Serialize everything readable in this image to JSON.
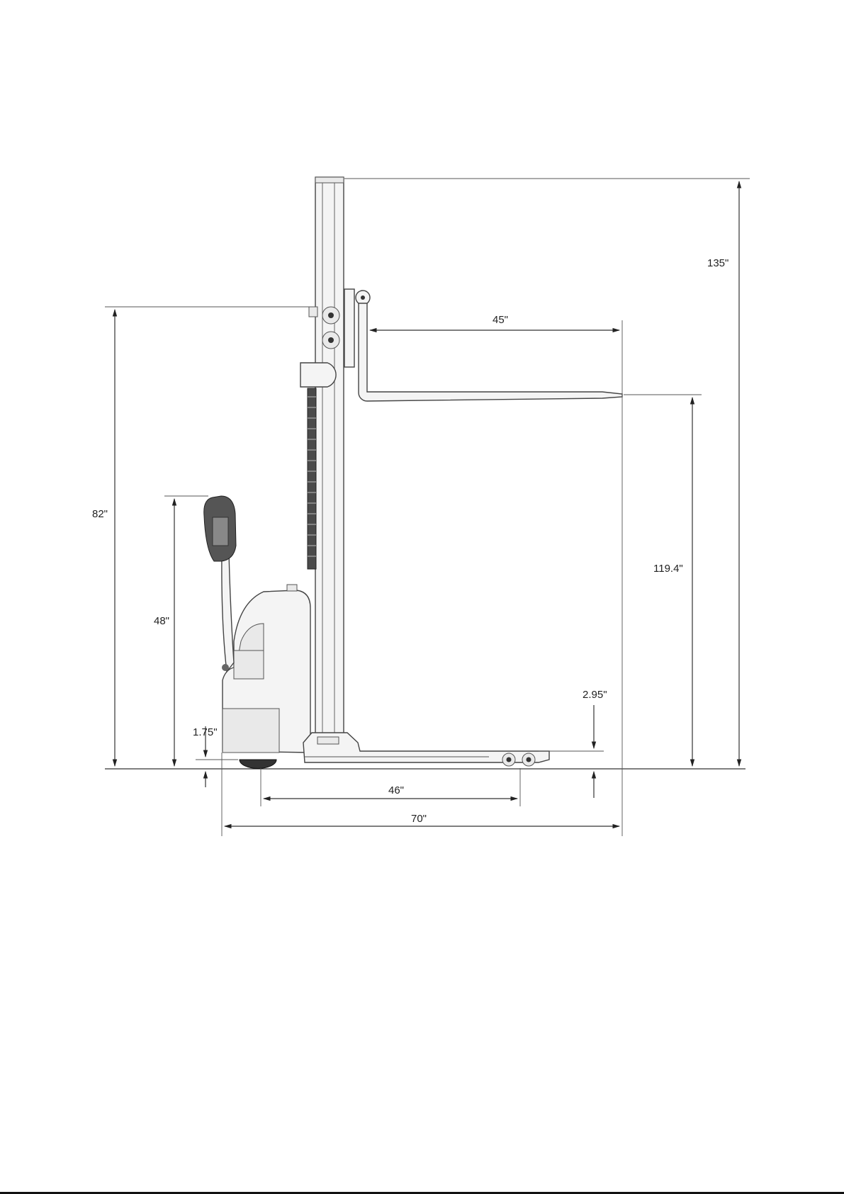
{
  "dimensions": {
    "overall_height": "135\"",
    "fork_length": "45\"",
    "lowered_mast_height": "82\"",
    "max_fork_height": "119.4\"",
    "handle_height": "48\"",
    "fork_lowered_height": "2.95\"",
    "ground_clearance": "1.75\"",
    "wheelbase": "46\"",
    "overall_length": "70\""
  }
}
